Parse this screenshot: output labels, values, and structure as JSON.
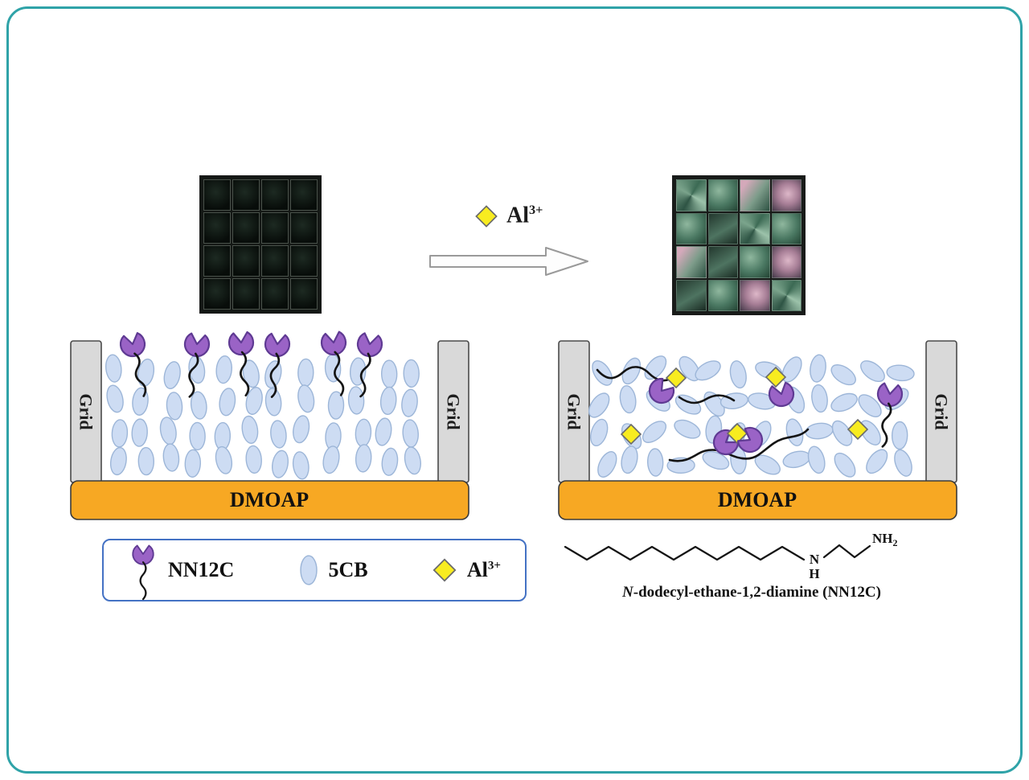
{
  "reaction": {
    "al_symbol": "Al",
    "al_charge": "3+"
  },
  "panels": {
    "grid_label": "Grid",
    "dmoap_label": "DMOAP"
  },
  "legend": {
    "nn12c_label": "NN12C",
    "fcb_label": "5CB",
    "al_symbol": "Al",
    "al_charge": "3+"
  },
  "chemical": {
    "amine_n": "N",
    "amine_h": "H",
    "amine_nh": "NH",
    "amine_sub": "2",
    "caption_prefix": "N",
    "caption_rest": "-dodecyl-ethane-1,2-diamine (NN12C)"
  },
  "colors": {
    "frame_border": "#2fa3a8",
    "dmoap_fill": "#f7a823",
    "lc_blue": "#cddcf3",
    "nn12c_purple": "#9a63c6",
    "al_yellow": "#f8ec20",
    "pillar_gray": "#d9d9d9",
    "legend_border": "#4472c4"
  }
}
